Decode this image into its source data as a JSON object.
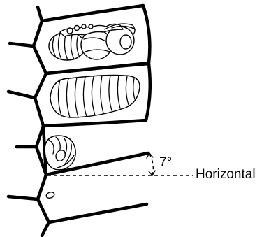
{
  "annotations": {
    "angle_label": "7°",
    "horizontal_label": "Horizontal"
  },
  "cells": [
    {
      "stage": "pupa"
    },
    {
      "stage": "larva"
    },
    {
      "stage": "young-larva"
    },
    {
      "stage": "egg"
    }
  ],
  "colors": {
    "stroke": "#000000",
    "background": "#ffffff"
  }
}
